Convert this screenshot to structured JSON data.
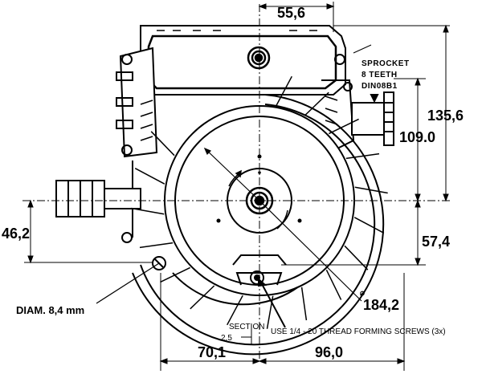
{
  "dimensions": {
    "top_width": "55,6",
    "overall_height": "135,6",
    "sprocket_center_height": "109.0",
    "shaft_height_left": "46,2",
    "shaft_height_right": "57,4",
    "radius": "184,2",
    "left_width": "70,1",
    "right_width": "96,0",
    "small_offset": "2,5"
  },
  "labels": {
    "sprocket_line1": "SPROCKET",
    "sprocket_line2": "8 TEETH",
    "sprocket_line3": "DIN08B1",
    "hole_diameter": "DIAM. 8,4 mm",
    "screw_note": "USE 1/4 - 20 THREAD FORMING SCREWS (3x)",
    "section_label": "SECTION",
    "diameter_symbol": "⌀"
  }
}
